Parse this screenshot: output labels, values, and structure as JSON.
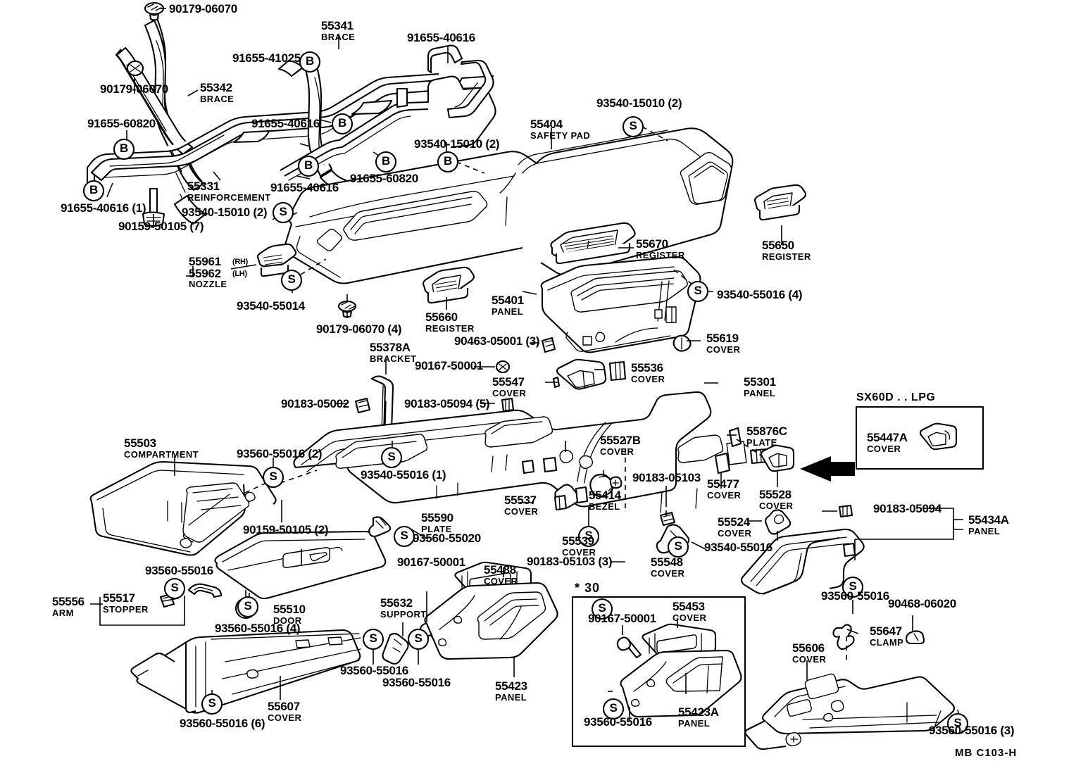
{
  "diagram": {
    "title": "Toyota Instrument Panel Exploded Parts Diagram",
    "footer_code": "MB  C103-H",
    "inset_lpg_title": "SX60D . . LPG",
    "inset_star_title": "* 30",
    "callout_letters": {
      "b": "B",
      "s": "S"
    }
  },
  "labels": [
    {
      "id": "l1",
      "num": "90179-06070",
      "sub": ""
    },
    {
      "id": "l2",
      "num": "90179-06070",
      "sub": ""
    },
    {
      "id": "l3",
      "num": "55342",
      "sub": "BRACE"
    },
    {
      "id": "l4",
      "num": "91655-60820",
      "sub": ""
    },
    {
      "id": "l5",
      "num": "91655-40616 (1)",
      "sub": ""
    },
    {
      "id": "l6",
      "num": "90159-50105 (7)",
      "sub": ""
    },
    {
      "id": "l7",
      "num": "55331",
      "sub": "REINFORCEMENT"
    },
    {
      "id": "l8",
      "num": "93540-15010 (2)",
      "sub": ""
    },
    {
      "id": "l9",
      "num": "91655-40616",
      "sub": ""
    },
    {
      "id": "l10",
      "num": "91655-60820",
      "sub": ""
    },
    {
      "id": "l11",
      "num": "91655-40616",
      "sub": ""
    },
    {
      "id": "l12",
      "num": "91655-41025",
      "sub": ""
    },
    {
      "id": "l13",
      "num": "55341",
      "sub": "BRACE"
    },
    {
      "id": "l14",
      "num": "91655-40616",
      "sub": ""
    },
    {
      "id": "l15",
      "num": "93540-15010 (2)",
      "sub": ""
    },
    {
      "id": "l16",
      "num": "55404",
      "sub": "SAFETY PAD"
    },
    {
      "id": "l17",
      "num": "93540-15010 (2)",
      "sub": ""
    },
    {
      "id": "l18",
      "num": "55650",
      "sub": "REGISTER"
    },
    {
      "id": "l19",
      "num": "55670",
      "sub": "REGISTER"
    },
    {
      "id": "l20",
      "num": "55961",
      "sub": "NOZZLE",
      "rh": "(RH)",
      "num2": "55962",
      "lh": "(LH)"
    },
    {
      "id": "l21",
      "num": "93540-55014",
      "sub": ""
    },
    {
      "id": "l22",
      "num": "90179-06070 (4)",
      "sub": ""
    },
    {
      "id": "l23",
      "num": "55660",
      "sub": "REGISTER"
    },
    {
      "id": "l24",
      "num": "55401",
      "sub": "PANEL"
    },
    {
      "id": "l25",
      "num": "93540-55016 (4)",
      "sub": ""
    },
    {
      "id": "l26",
      "num": "90463-05001 (3)",
      "sub": ""
    },
    {
      "id": "l27",
      "num": "55619",
      "sub": "COVER"
    },
    {
      "id": "l28",
      "num": "55378A",
      "sub": "BRACKET"
    },
    {
      "id": "l29",
      "num": "90167-50001",
      "sub": ""
    },
    {
      "id": "l30",
      "num": "55536",
      "sub": "COVER"
    },
    {
      "id": "l31",
      "num": "55547",
      "sub": "COVER"
    },
    {
      "id": "l32",
      "num": "55301",
      "sub": "PANEL"
    },
    {
      "id": "l33",
      "num": "90183-05002",
      "sub": ""
    },
    {
      "id": "l34",
      "num": "90183-05094 (5)",
      "sub": ""
    },
    {
      "id": "l35",
      "num": "55876C",
      "sub": "PLATE"
    },
    {
      "id": "l36",
      "num": "55503",
      "sub": "COMPARTMENT"
    },
    {
      "id": "l37",
      "num": "93560-55016 (2)",
      "sub": ""
    },
    {
      "id": "l38",
      "num": "93540-55016 (1)",
      "sub": ""
    },
    {
      "id": "l39",
      "num": "55527B",
      "sub": "COVER"
    },
    {
      "id": "l40",
      "num": "55477",
      "sub": "COVER"
    },
    {
      "id": "l41",
      "num": "55528",
      "sub": "COVER"
    },
    {
      "id": "l42",
      "num": "90159-50105 (2)",
      "sub": ""
    },
    {
      "id": "l43",
      "num": "55537",
      "sub": "COVER"
    },
    {
      "id": "l44",
      "num": "55414",
      "sub": "BEZEL"
    },
    {
      "id": "l45",
      "num": "90183-05103",
      "sub": ""
    },
    {
      "id": "l46",
      "num": "55590",
      "sub": "PLATE"
    },
    {
      "id": "l47",
      "num": "93560-55020",
      "sub": ""
    },
    {
      "id": "l48",
      "num": "55539",
      "sub": "COVER"
    },
    {
      "id": "l49",
      "num": "55524",
      "sub": "COVER"
    },
    {
      "id": "l50",
      "num": "93540-55016",
      "sub": ""
    },
    {
      "id": "l51",
      "num": "55548",
      "sub": "COVER"
    },
    {
      "id": "l52",
      "num": "90183-05094",
      "sub": ""
    },
    {
      "id": "l53",
      "num": "55434A",
      "sub": "PANEL"
    },
    {
      "id": "l54",
      "num": "93560-55016",
      "sub": ""
    },
    {
      "id": "l55",
      "num": "55556",
      "sub": "ARM"
    },
    {
      "id": "l56",
      "num": "55517",
      "sub": "STOPPER"
    },
    {
      "id": "l57",
      "num": "55510",
      "sub": "DOOR"
    },
    {
      "id": "l58",
      "num": "93560-55016 (4)",
      "sub": ""
    },
    {
      "id": "l59",
      "num": "55632",
      "sub": "SUPPORT"
    },
    {
      "id": "l60",
      "num": "90167-50001",
      "sub": ""
    },
    {
      "id": "l61",
      "num": "55488",
      "sub": "COVER"
    },
    {
      "id": "l62",
      "num": "90183-05103 (3)",
      "sub": ""
    },
    {
      "id": "l63",
      "num": "93560-55016",
      "sub": ""
    },
    {
      "id": "l64",
      "num": "93560-55016",
      "sub": ""
    },
    {
      "id": "l65",
      "num": "55423",
      "sub": "PANEL"
    },
    {
      "id": "l66",
      "num": "55607",
      "sub": "COVER"
    },
    {
      "id": "l67",
      "num": "93560-55016 (6)",
      "sub": ""
    },
    {
      "id": "l68",
      "num": "55447A",
      "sub": "COVER"
    },
    {
      "id": "l69",
      "num": "90167-50001",
      "sub": ""
    },
    {
      "id": "l70",
      "num": "55453",
      "sub": "COVER"
    },
    {
      "id": "l71",
      "num": "93560-55016",
      "sub": ""
    },
    {
      "id": "l72",
      "num": "55423A",
      "sub": "PANEL"
    },
    {
      "id": "l73",
      "num": "93560-55016",
      "sub": ""
    },
    {
      "id": "l74",
      "num": "55647",
      "sub": "CLAMP"
    },
    {
      "id": "l75",
      "num": "90468-06020",
      "sub": ""
    },
    {
      "id": "l76",
      "num": "55606",
      "sub": "COVER"
    },
    {
      "id": "l77",
      "num": "93560-55016 (3)",
      "sub": ""
    }
  ]
}
